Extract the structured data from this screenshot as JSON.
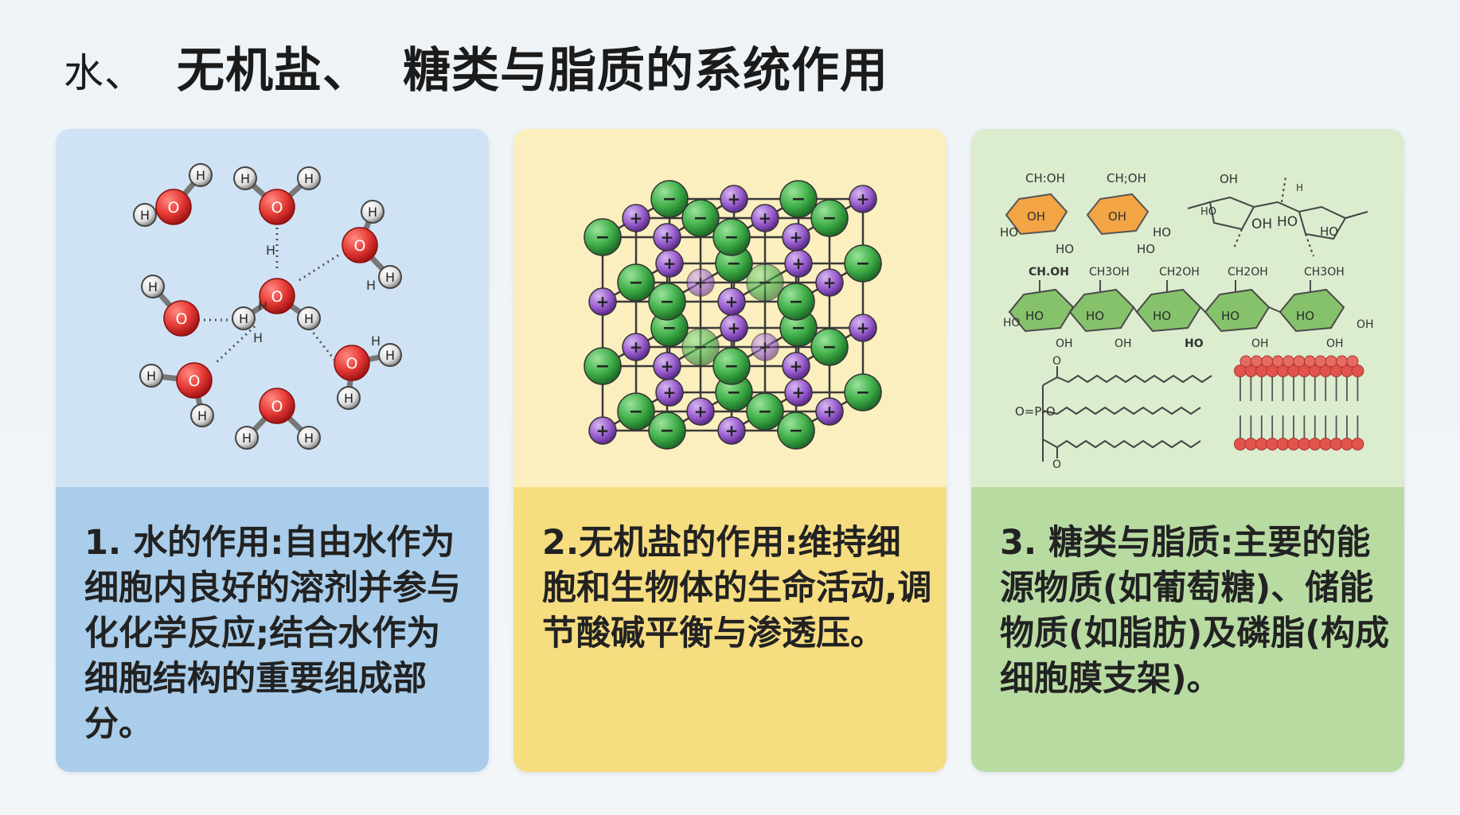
{
  "title": {
    "part1": "水、",
    "part2": "无机盐、",
    "part3": "糖类与脂质的系统作用"
  },
  "cards": [
    {
      "heading": "1. 水的作用:自由水作为细胞内良好的溶剂并参与化化学反应;结合水作为细胞结构的重要组成部分。",
      "colors": {
        "illustration": "#cfe3f4",
        "panel": "#a9cdea"
      },
      "molecule_labels": {
        "oxygen": "O",
        "hydrogen": "H"
      }
    },
    {
      "heading": "2.无机盐的作用:维持细胞和生物体的生命活动,调节酸碱平衡与渗透压。",
      "colors": {
        "illustration": "#fbefbf",
        "panel": "#f6dd80"
      },
      "ion_labels": {
        "cation": "+",
        "anion": "−"
      }
    },
    {
      "heading": "3. 糖类与脂质:主要的能源物质(如葡萄糖)、储能物质(如脂肪)及磷脂(构成细胞膜支架)。",
      "colors": {
        "illustration": "#dceccf",
        "panel": "#b8dba2"
      },
      "chem_labels": {
        "ch2oh_a": "CH:OH",
        "ch2oh_b": "CH;OH",
        "oh": "OH",
        "ho": "HO",
        "h": "H",
        "ch2oh_c": "CH.OH",
        "ch3oh": "CH3OH",
        "ch2oh_d": "CH2OH",
        "phosphate_o": "O",
        "phosphate_p": "O=P-O"
      }
    }
  ]
}
